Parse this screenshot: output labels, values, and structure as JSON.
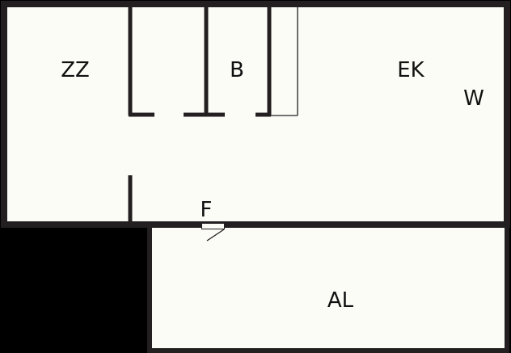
{
  "floorplan": {
    "colors": {
      "background": "#000000",
      "floor": "#fcfcf7",
      "wall": "#231f20",
      "thin_line": "#231f20"
    },
    "labels": {
      "zz": "ZZ",
      "b": "B",
      "ek": "EK",
      "w": "W",
      "f": "F",
      "al": "AL"
    }
  }
}
